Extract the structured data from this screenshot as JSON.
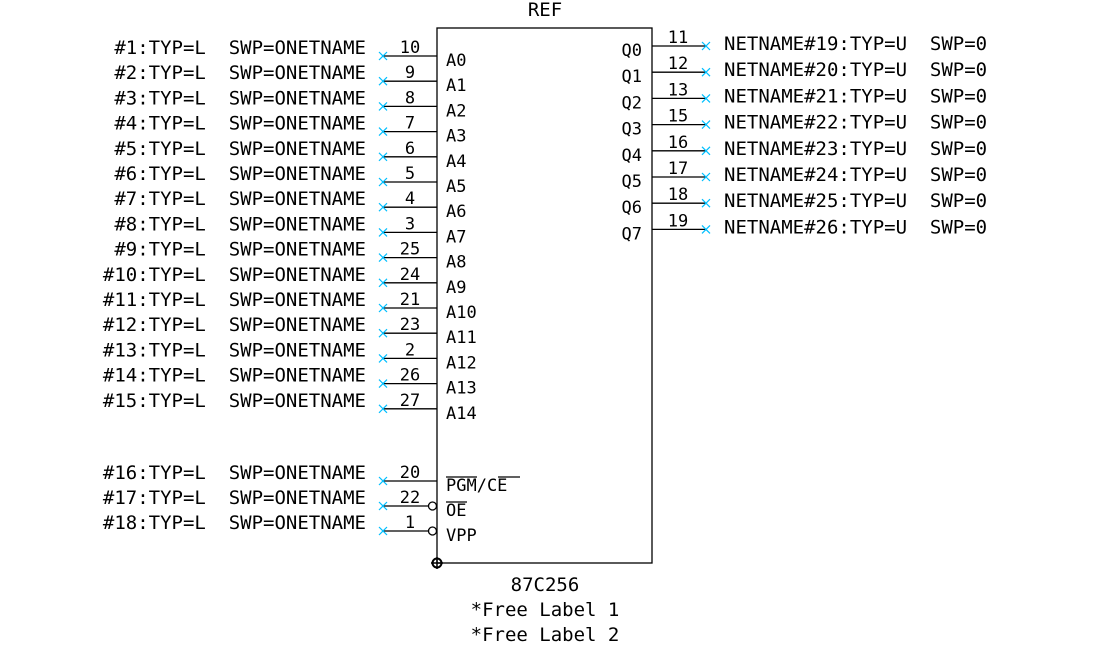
{
  "component": {
    "ref": "REF",
    "part_name": "87C256",
    "free_labels": [
      "*Free Label 1",
      "*Free Label 2"
    ]
  },
  "left_pins": [
    {
      "net": "#1:TYP=L  SWP=ONETNAME",
      "number": "10",
      "name": "A0",
      "inverted": false
    },
    {
      "net": "#2:TYP=L  SWP=ONETNAME",
      "number": "9",
      "name": "A1",
      "inverted": false
    },
    {
      "net": "#3:TYP=L  SWP=ONETNAME",
      "number": "8",
      "name": "A2",
      "inverted": false
    },
    {
      "net": "#4:TYP=L  SWP=ONETNAME",
      "number": "7",
      "name": "A3",
      "inverted": false
    },
    {
      "net": "#5:TYP=L  SWP=ONETNAME",
      "number": "6",
      "name": "A4",
      "inverted": false
    },
    {
      "net": "#6:TYP=L  SWP=ONETNAME",
      "number": "5",
      "name": "A5",
      "inverted": false
    },
    {
      "net": "#7:TYP=L  SWP=ONETNAME",
      "number": "4",
      "name": "A6",
      "inverted": false
    },
    {
      "net": "#8:TYP=L  SWP=ONETNAME",
      "number": "3",
      "name": "A7",
      "inverted": false
    },
    {
      "net": "#9:TYP=L  SWP=ONETNAME",
      "number": "25",
      "name": "A8",
      "inverted": false
    },
    {
      "net": "#10:TYP=L  SWP=ONETNAME",
      "number": "24",
      "name": "A9",
      "inverted": false
    },
    {
      "net": "#11:TYP=L  SWP=ONETNAME",
      "number": "21",
      "name": "A10",
      "inverted": false
    },
    {
      "net": "#12:TYP=L  SWP=ONETNAME",
      "number": "23",
      "name": "A11",
      "inverted": false
    },
    {
      "net": "#13:TYP=L  SWP=ONETNAME",
      "number": "2",
      "name": "A12",
      "inverted": false
    },
    {
      "net": "#14:TYP=L  SWP=ONETNAME",
      "number": "26",
      "name": "A13",
      "inverted": false
    },
    {
      "net": "#15:TYP=L  SWP=ONETNAME",
      "number": "27",
      "name": "A14",
      "inverted": false
    },
    {
      "net": "#16:TYP=L  SWP=ONETNAME",
      "number": "20",
      "name": "PGM/CE",
      "inverted": false
    },
    {
      "net": "#17:TYP=L  SWP=ONETNAME",
      "number": "22",
      "name": "OE",
      "inverted": true
    },
    {
      "net": "#18:TYP=L  SWP=ONETNAME",
      "number": "1",
      "name": "VPP",
      "inverted": true
    }
  ],
  "right_pins": [
    {
      "net": "NETNAME#19:TYP=U  SWP=0",
      "number": "11",
      "name": "Q0"
    },
    {
      "net": "NETNAME#20:TYP=U  SWP=0",
      "number": "12",
      "name": "Q1"
    },
    {
      "net": "NETNAME#21:TYP=U  SWP=0",
      "number": "13",
      "name": "Q2"
    },
    {
      "net": "NETNAME#22:TYP=U  SWP=0",
      "number": "15",
      "name": "Q3"
    },
    {
      "net": "NETNAME#23:TYP=U  SWP=0",
      "number": "16",
      "name": "Q4"
    },
    {
      "net": "NETNAME#24:TYP=U  SWP=0",
      "number": "17",
      "name": "Q5"
    },
    {
      "net": "NETNAME#25:TYP=U  SWP=0",
      "number": "18",
      "name": "Q6"
    },
    {
      "net": "NETNAME#26:TYP=U  SWP=0",
      "number": "19",
      "name": "Q7"
    }
  ],
  "colors": {
    "line": "#000000",
    "pin_end_marker": "#00bfff",
    "background": "#ffffff"
  }
}
